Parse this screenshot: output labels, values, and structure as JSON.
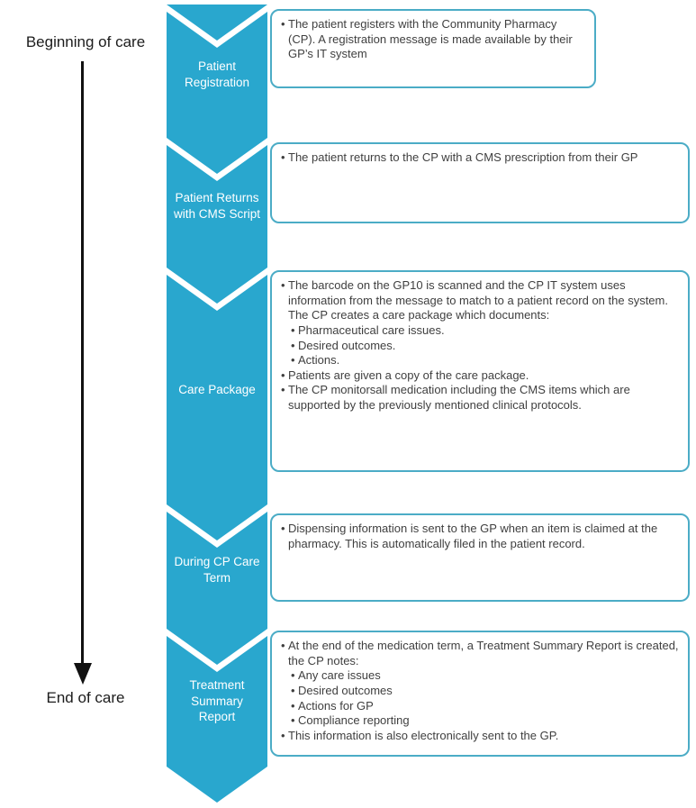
{
  "diagram": {
    "start_label": "Beginning of care",
    "end_label": "End of care"
  },
  "stages": [
    {
      "label": "Patient Registration",
      "bullets": [
        {
          "level": 1,
          "text": "The patient registers with the Community Pharmacy (CP). A registration message is made available by their GP’s IT system"
        }
      ]
    },
    {
      "label": "Patient Returns with CMS Script",
      "bullets": [
        {
          "level": 1,
          "text": "The patient returns to the CP with a CMS prescription from their GP"
        }
      ]
    },
    {
      "label": "Care Package",
      "bullets": [
        {
          "level": 1,
          "text": "The barcode on the GP10 is scanned and the CP IT system uses information from the message to match to a patient record on the system. The CP creates a care package which documents:"
        },
        {
          "level": 2,
          "text": "Pharmaceutical care issues."
        },
        {
          "level": 2,
          "text": "Desired outcomes."
        },
        {
          "level": 2,
          "text": "Actions."
        },
        {
          "level": 1,
          "text": "Patients are given a copy of the care package."
        },
        {
          "level": 1,
          "text": "The CP monitorsall medication including the CMS items which are supported by the previously mentioned clinical protocols."
        }
      ]
    },
    {
      "label": "During CP Care Term",
      "bullets": [
        {
          "level": 1,
          "text": "Dispensing information is sent to the GP when an item is claimed at the pharmacy. This is automatically filed in the patient record."
        }
      ]
    },
    {
      "label": "Treatment Summary Report",
      "bullets": [
        {
          "level": 1,
          "text": "At the end of the medication term, a Treatment Summary Report is created, the CP notes:"
        },
        {
          "level": 2,
          "text": "Any care issues"
        },
        {
          "level": 2,
          "text": "Desired outcomes"
        },
        {
          "level": 2,
          "text": "Actions for GP"
        },
        {
          "level": 2,
          "text": "Compliance reporting"
        },
        {
          "level": 1,
          "text": "This information is also electronically sent to the GP."
        }
      ]
    }
  ],
  "colors": {
    "chevron": "#29A7CE",
    "box_border": "#4BACC6",
    "box_text": "#3F3F3F",
    "stage_label_text": "#FFFFFF",
    "arrow": "#111111"
  }
}
